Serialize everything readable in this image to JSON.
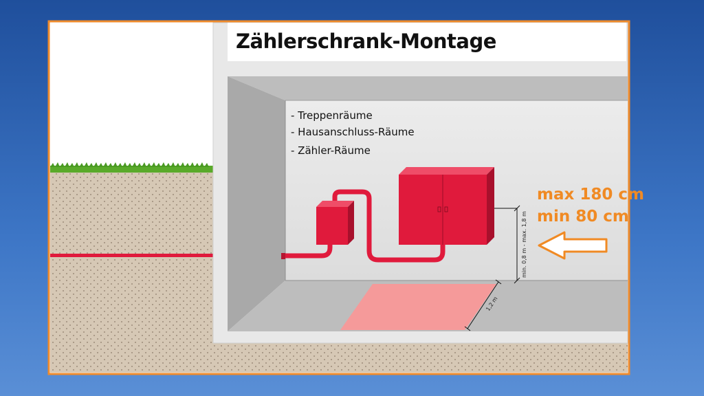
{
  "title": "Zählerschrank-Montage",
  "rooms": [
    "- Treppenräume",
    "- Hausanschluss-Räume",
    "- Zähler-Räume"
  ],
  "height_range": {
    "max": "max 180 cm",
    "min": "min 80 cm"
  },
  "dimension_labels": {
    "vertical": "min. 0,8 m - max. 1,8 m",
    "floor_depth": "1,2 m"
  },
  "colors": {
    "frame": "#ef8b2c",
    "cabinet": "#e01a3c",
    "pipe": "#e01a3c",
    "soil": "#d6c8b5",
    "grass": "#5aaa2a",
    "floor_area": "#f59a9a",
    "accent_text": "#f08a24",
    "arrow_stroke": "#f08a24"
  },
  "icons": [
    "arrow-left-icon"
  ]
}
